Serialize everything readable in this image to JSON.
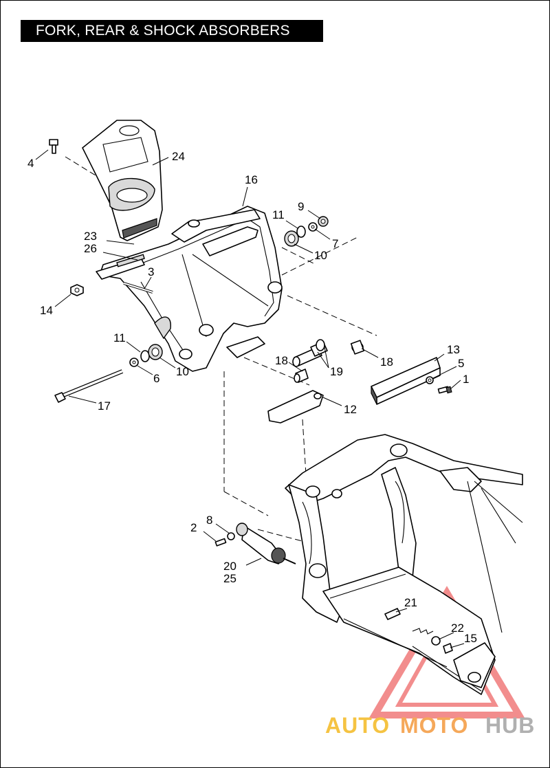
{
  "title": "FORK, REAR & SHOCK ABSORBERS",
  "watermark": {
    "parts": [
      "AUTO",
      "MOTO",
      "HUB"
    ],
    "colors": [
      "#f5c342",
      "#f5a85a",
      "#b0b0b0"
    ],
    "triangle_color": "#f07a7a"
  },
  "callouts": [
    "1",
    "2",
    "3",
    "4",
    "5",
    "6",
    "7",
    "8",
    "9",
    "10",
    "10",
    "11",
    "11",
    "12",
    "13",
    "14",
    "15",
    "16",
    "17",
    "18",
    "18",
    "19",
    "20",
    "21",
    "22",
    "23",
    "24",
    "25",
    "26"
  ],
  "labels": {
    "l1": "1",
    "l2": "2",
    "l3": "3",
    "l4": "4",
    "l5": "5",
    "l6": "6",
    "l7": "7",
    "l8": "8",
    "l9": "9",
    "l10a": "10",
    "l10b": "10",
    "l11a": "11",
    "l11b": "11",
    "l12": "12",
    "l13": "13",
    "l14": "14",
    "l15": "15",
    "l16": "16",
    "l17": "17",
    "l18a": "18",
    "l18b": "18",
    "l19": "19",
    "l20": "20",
    "l21": "21",
    "l22": "22",
    "l23": "23",
    "l24": "24",
    "l25": "25",
    "l26": "26"
  }
}
